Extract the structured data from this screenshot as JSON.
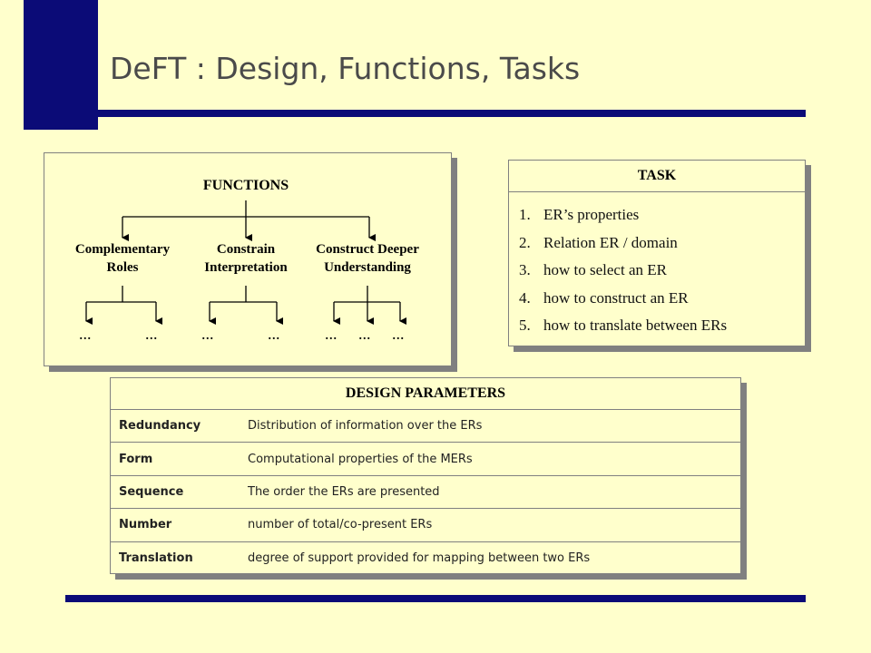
{
  "page": {
    "title": "DeFT : Design, Functions, Tasks"
  },
  "functions": {
    "title": "FUNCTIONS",
    "groups": [
      {
        "label_lines": [
          "Complementary",
          "Roles"
        ],
        "leaves": [
          "...",
          "..."
        ]
      },
      {
        "label_lines": [
          "Constrain",
          "Interpretation"
        ],
        "leaves": [
          "...",
          "..."
        ]
      },
      {
        "label_lines": [
          "Construct Deeper",
          "Understanding"
        ],
        "leaves": [
          "...",
          "...",
          "..."
        ]
      }
    ]
  },
  "task": {
    "title": "TASK",
    "items": [
      {
        "num": "1.",
        "text": "ER’s properties"
      },
      {
        "num": "2.",
        "text": "Relation ER / domain"
      },
      {
        "num": "3.",
        "text": "how to select an ER"
      },
      {
        "num": "4.",
        "text": "how to construct an ER"
      },
      {
        "num": "5.",
        "text": "how to translate between ERs"
      }
    ]
  },
  "design": {
    "title": "DESIGN PARAMETERS",
    "rows": [
      {
        "name": "Redundancy",
        "description": "Distribution of information over the ERs"
      },
      {
        "name": "Form",
        "description": "Computational properties of the MERs"
      },
      {
        "name": "Sequence",
        "description": "The order the ERs are presented"
      },
      {
        "name": "Number",
        "description": "number of total/co-present ERs"
      },
      {
        "name": "Translation",
        "description": "degree of support provided for mapping between two ERs"
      }
    ]
  },
  "colors": {
    "background": "#ffffcc",
    "accent": "#0b0b77",
    "border": "#808080"
  }
}
